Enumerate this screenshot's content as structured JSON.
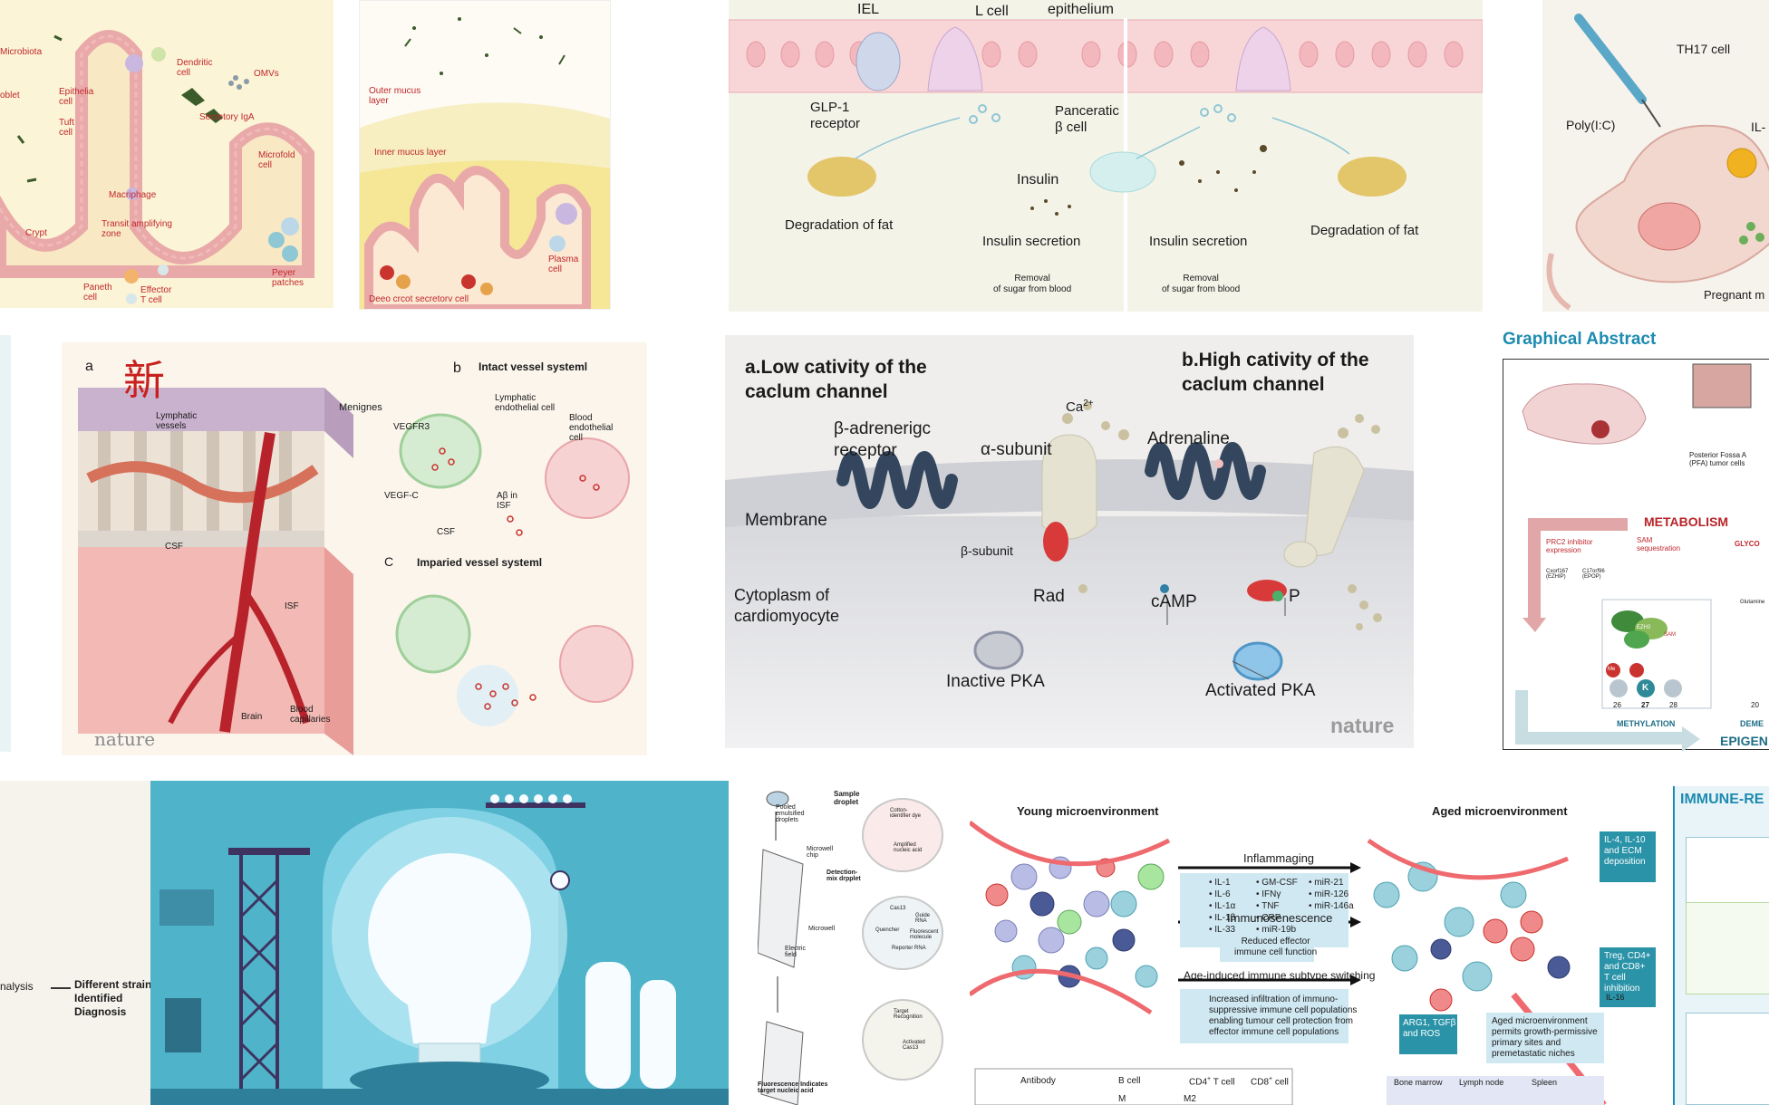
{
  "gut": {
    "labels": {
      "microbiota": "Microbiota",
      "goblet": "oblet",
      "epithelial": "Epithelia\ncell",
      "tuft": "Tuft\ncell",
      "dendritic": "Dendritic\ncell",
      "omvs": "OMVs",
      "iga": "Secretory IgA",
      "microfold": "Microfold\ncell",
      "macrophage": "Macriphage",
      "transit": "Transit amplifying\nzone",
      "crypt": "Crypt",
      "paneth": "Paneth\ncell",
      "effector": "Effector\nT cell",
      "peyer": "Peyer\npatches",
      "outer": "Outer mucus\nlayer",
      "inner": "Inner mucus layer",
      "plasma": "Plasma\ncell",
      "deep": "Deeo crcot secretorv cell"
    }
  },
  "glp": {
    "labels": {
      "iel": "IEL",
      "lcell": "L cell",
      "epith": "epithelium",
      "glp1": "GLP-1\nreceptor",
      "pancr": "Panceratic\nβ cell",
      "insulin": "Insulin",
      "fat1": "Degradation of fat",
      "fat2": "Degradation of fat",
      "sec1": "Insulin secretion",
      "sec2": "Insulin secretion",
      "rem1": "Removal\nof sugar from blood",
      "rem2": "Removal\nof sugar from blood"
    }
  },
  "mouse": {
    "labels": {
      "th17": "TH17 cell",
      "polyic": "Poly(I:C)",
      "il": "IL-",
      "pregnant": "Pregnant m"
    }
  },
  "vessel": {
    "labels": {
      "a": "a",
      "hanzi": "新",
      "b": "b",
      "intact": "Intact vessel systeml",
      "menignes": "Menignes",
      "lymph": "Lymphatic\nvessels",
      "lec": "Lymphatic\nendothelial cell",
      "vegfr3": "VEGFR3",
      "bec": "Blood\nendothelial\ncell",
      "vegfc": "VEGF-C",
      "abisf": "Aβ in\nISF",
      "csf1": "CSF",
      "csf2": "CSF",
      "c": "C",
      "impaired": "Imparied vessel systeml",
      "isf": "ISF",
      "brain": "Brain",
      "capill": "Blood\ncapillaries",
      "nature": "nature"
    }
  },
  "calcium": {
    "labels": {
      "titleA": "a.Low cativity of the\ncaclum channel",
      "titleB": "b.High cativity of the\ncaclum channel",
      "beta": "β-adrenerigc\nreceptor",
      "alpha": "α-subunit",
      "ca": "Ca",
      "ca_sup": "2+",
      "adrenaline": "Adrenaline",
      "membrane": "Membrane",
      "bsub": "β-subunit",
      "cyto": "Cytoplasm of\ncardiomyocyte",
      "rad": "Rad",
      "camp": "cAMP",
      "p": "P",
      "inactive": "Inactive PKA",
      "activated": "Activated PKA",
      "nature": "nature"
    }
  },
  "abstract": {
    "title": "Graphical Abstract",
    "labels": {
      "pfa": "Posterior Fossa A\n(PFA) tumor cells",
      "metab": "METABOLISM",
      "prc2": "PRC2 inhibitor\nexpression",
      "sam": "SAM\nsequestration",
      "glyco": "GLYCO",
      "cxorf": "Cxorf167\n(EZHIP)",
      "c17": "C17orf96\n(EPOP)",
      "glut": "Glutamine",
      "meth": "METHYLATION",
      "deme": "DEME",
      "epig": "EPIGEN",
      "k27": "27",
      "k26": "26",
      "k28": "28",
      "k20": "20",
      "k": "K",
      "me": "Me",
      "samsmall": "SAM",
      "ezh2": "EZH2"
    }
  },
  "strains": {
    "analysis": "nalysis",
    "result": "Different strains\nIdentified\nDiagnosis"
  },
  "droplet": {
    "labels": {
      "pooled": "Pooled\nemulsified\ndroplets",
      "sample": "Sample\ndroplet",
      "chip": "Microwell\nchip",
      "detect": "Detection-\nmix drpplet",
      "microwell": "Microwell",
      "efield": "Electric\nfield",
      "fluor": "Fluorescence Indicates\ntarget nucleic acid",
      "cas13": "Cas13",
      "guide": "Guide\nRNA",
      "quencher": "Quencher",
      "fluormol": "Fluorescent\nmolecule",
      "reporter": "Reporter RNA",
      "target": "Target\nRecognition",
      "activated": "Activated\nCas13",
      "amplified": "Amplified\nnucleic acid",
      "cotton": "Cotton-\nidentifier dye"
    }
  },
  "aging": {
    "young": "Young microenvironment",
    "aged": "Aged microenvironment",
    "inflam": "Inflammaging",
    "col1": [
      "• IL-1",
      "• IL-6",
      "• IL-1α",
      "• IL-1β",
      "• IL-33"
    ],
    "col2": [
      "• GM-CSF",
      "• IFNγ",
      "• TNF",
      "• CRP",
      "• miR-19b"
    ],
    "col3": [
      "• miR-21",
      "• miR-126",
      "• miR-146a"
    ],
    "immuno": "Immunosenescence",
    "reduced": "Reduced effector\nimmune cell function",
    "switching": "Age-induced immune subtype switching",
    "infilt": "Increased infiltration of immuno-\nsuppressive immune cell populations\nenabling tumour cell protection from\neffector immune cell populations",
    "il4": "IL-4, IL-10\nand ECM\ndeposition",
    "treg": "Treg, CD4+\nand CD8+\nT cell\ninhibition",
    "il16": "IL-16",
    "arg1": "ARG1, TGFβ\nand ROS",
    "permits": "Aged microenvironment\npermits growth-permissive\nprimary sites and\npremetastatic niches",
    "legend": {
      "antibody": "Antibody",
      "bcell": "B cell",
      "cd4": "CD4",
      "cd4sup": "+",
      "cd4tail": " T cell",
      "cd8": "CD8",
      "cd8sup": "+",
      "cd8tail": " cell",
      "m2": "M2",
      "m1": "M"
    },
    "organs": {
      "bone": "Bone marrow",
      "lymph": "Lymph node",
      "spleen": "Spleen"
    }
  },
  "immune": {
    "title": "IMMUNE-RE"
  },
  "colors": {
    "gutBg": "#fbf4cf",
    "calciumBg": "#ecebea",
    "teal": "#4fb3c9",
    "abstractBlue": "#1d8bb0",
    "vesselBg": "#fbf5ec"
  }
}
